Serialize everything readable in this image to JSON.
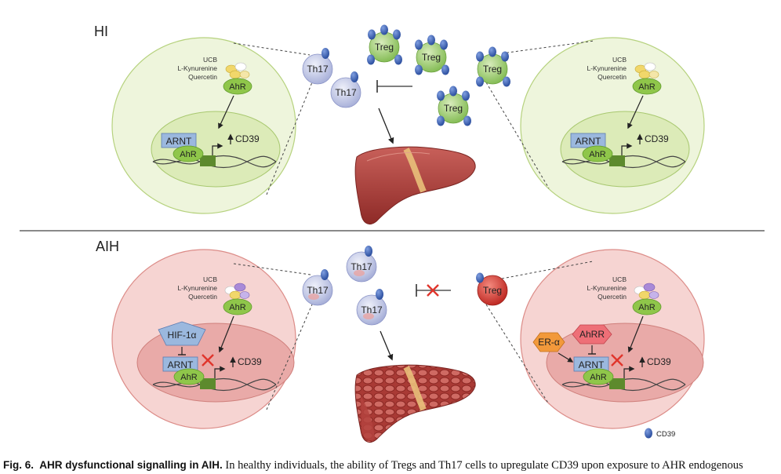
{
  "panels": {
    "hi": {
      "title": "HI",
      "ligands": [
        "UCB",
        "L-Kynurenine",
        "Quercetin"
      ],
      "receptor": "AhR",
      "cofactor": "ARNT",
      "gene": "CD39",
      "cells": [
        "Th17",
        "Th17",
        "Treg",
        "Treg",
        "Treg",
        "Treg"
      ]
    },
    "aih": {
      "title": "AIH",
      "ligands": [
        "UCB",
        "L-Kynurenine",
        "Quercetin"
      ],
      "receptor": "AhR",
      "cofactor": "ARNT",
      "gene": "CD39",
      "inhibitor_left": "HIF-1α",
      "inhibitor_right": "AhRR",
      "estrogen": "ER-α",
      "cells": [
        "Th17",
        "Th17",
        "Th17",
        "Treg"
      ]
    }
  },
  "legend": {
    "label": "CD39"
  },
  "caption": {
    "label": "Fig. 6.",
    "title": "AHR dysfunctional signalling in AIH.",
    "text": "In healthy individuals, the ability of Tregs and Th17 cells to upregulate CD39 upon exposure to AHR endogenous"
  },
  "colors": {
    "hi_cell": "#eef5dc",
    "hi_nucleus": "#dcebb8",
    "aih_cell": "#f6d4d2",
    "aih_nucleus": "#e9aaa8",
    "ahr_green": "#8fc64a",
    "arnt_blue": "#9bb8de",
    "cd39_blue": "#3d62b8",
    "treg_green": "#a7d17a",
    "treg_red": "#d83c34",
    "th17_lilac": "#c3c9e6",
    "liver": "#b4433e",
    "block_red": "#e0352c"
  }
}
